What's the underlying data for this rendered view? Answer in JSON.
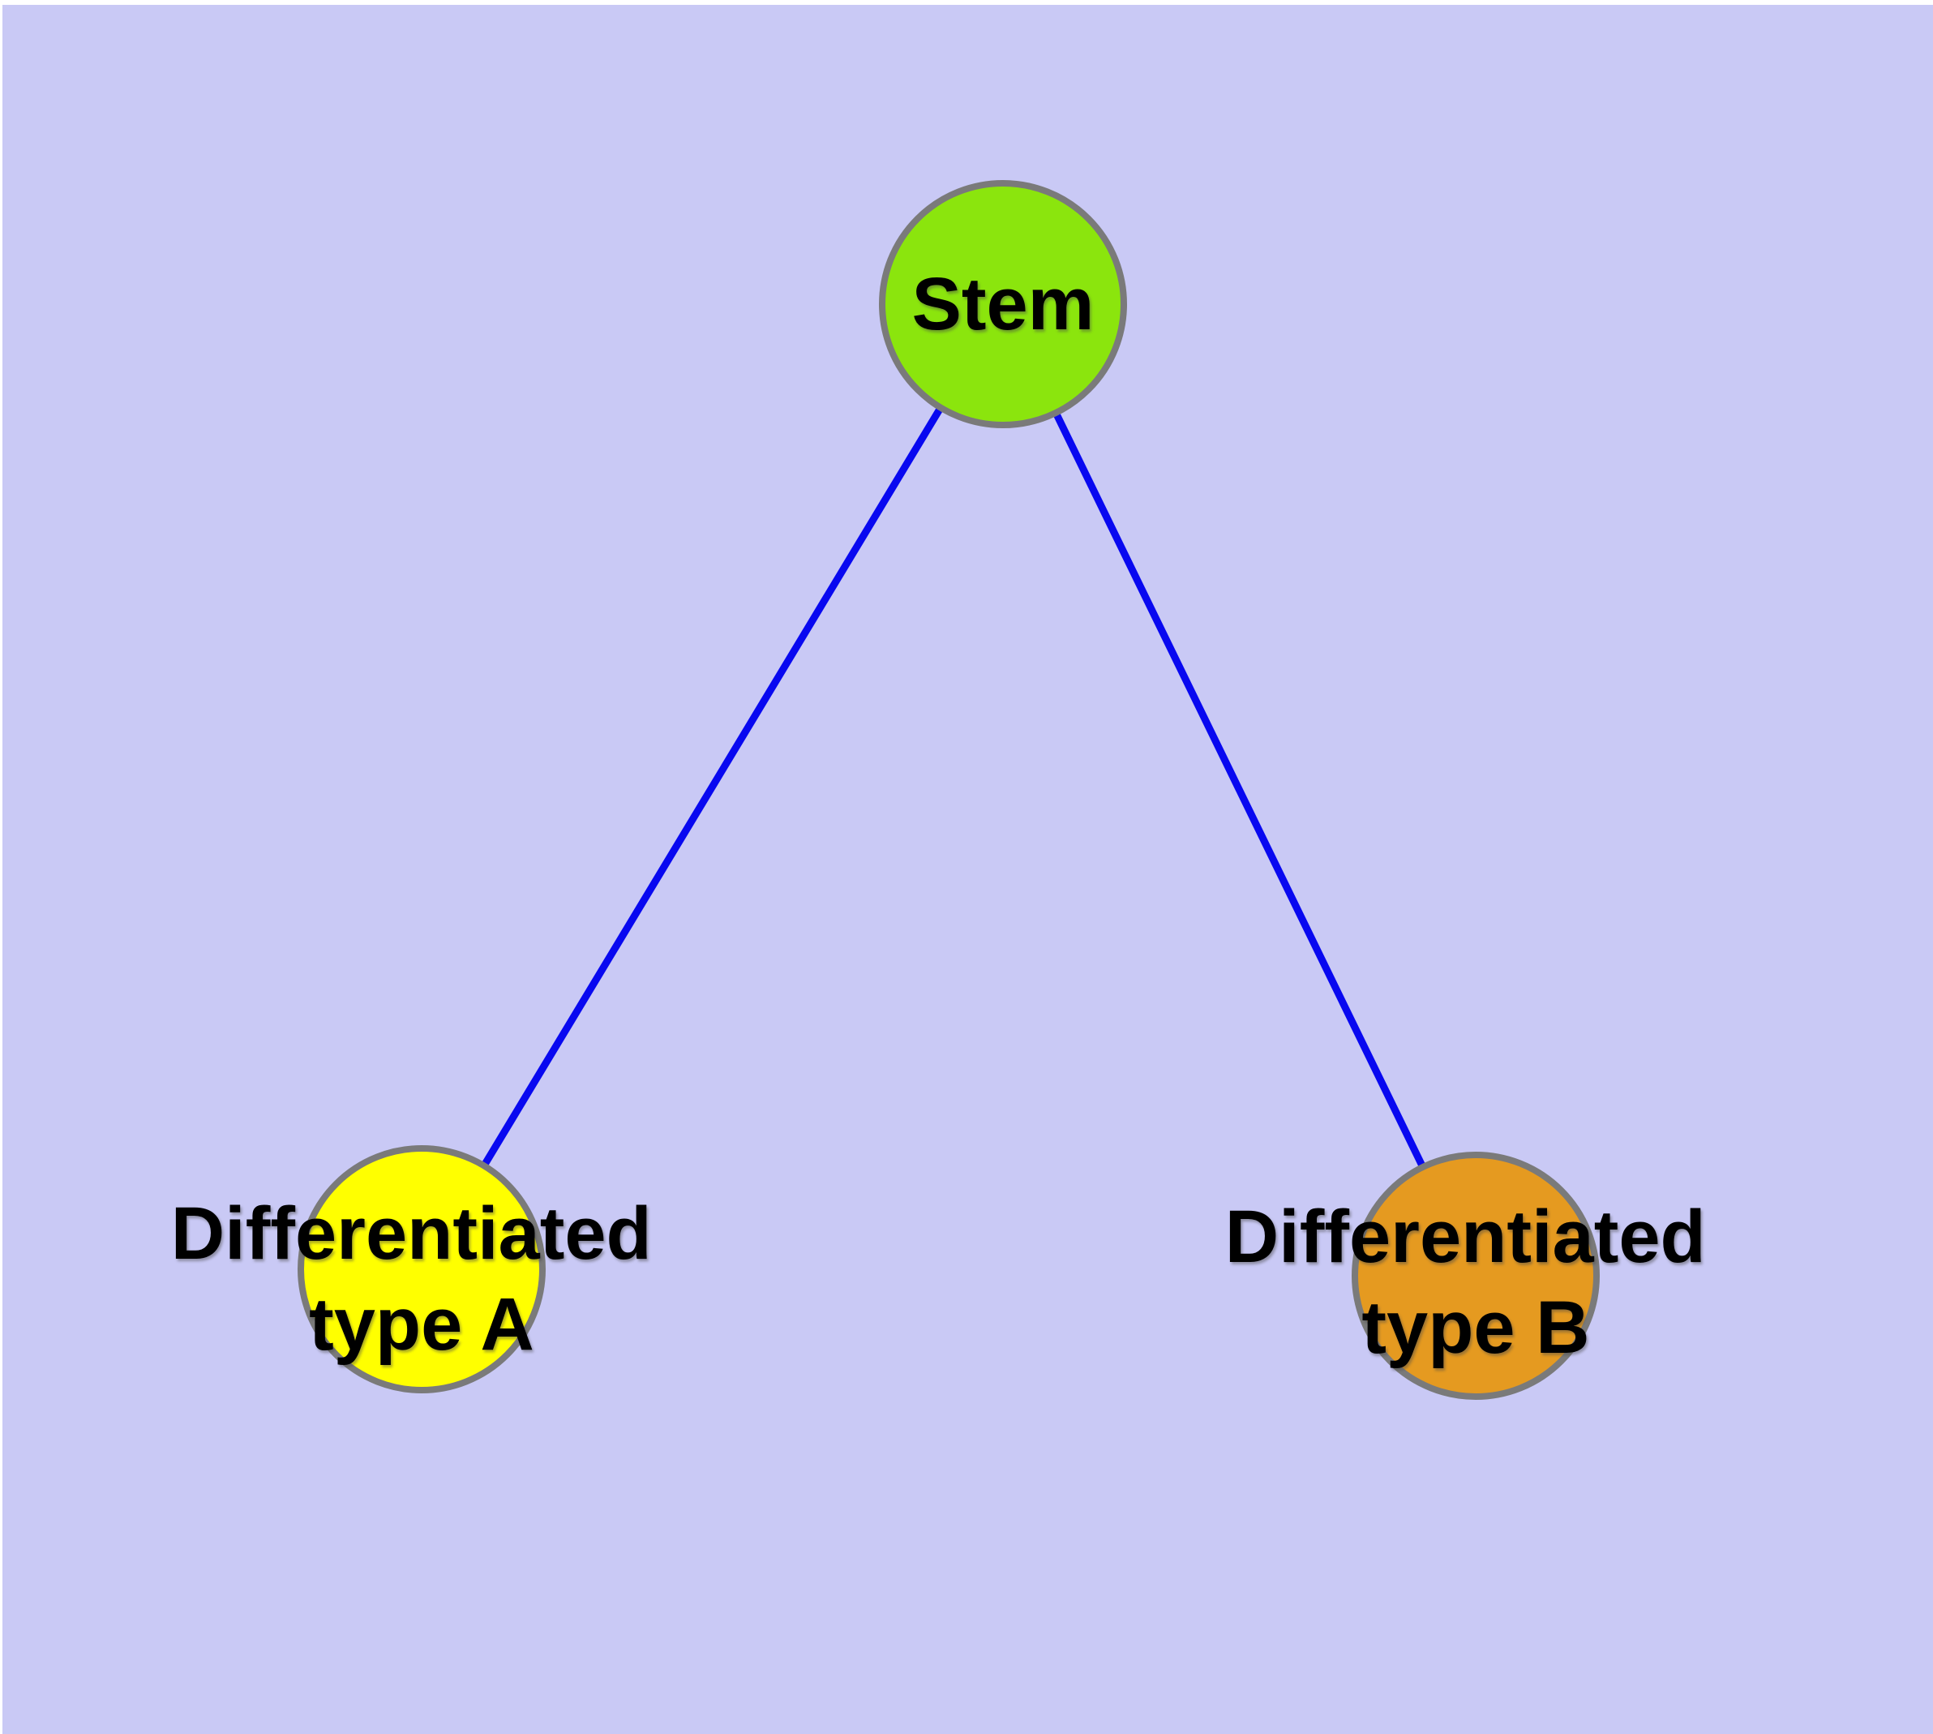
{
  "diagram": {
    "type": "graph",
    "description": "Cell differentiation hierarchy: one stem node linked to two differentiated cell type nodes"
  },
  "colors": {
    "page_margin": "#ffffff",
    "background": "#c9c9f5",
    "edge": "#0808f0",
    "node_border": "#7a7a7a",
    "label_text": "#000000"
  },
  "nodes": {
    "stem": {
      "label": "Stem",
      "fill": "#8be50d"
    },
    "type_a": {
      "label": "Differentiated type A",
      "label_line1": "Differentiated",
      "label_line2": "type A",
      "fill": "#ffff00"
    },
    "type_b": {
      "label": "Differentiated type B",
      "label_line1": "Differentiated",
      "label_line2": "type B",
      "fill": "#e59a20"
    }
  },
  "edges": [
    {
      "from": "Stem",
      "to": "Differentiated type A"
    },
    {
      "from": "Stem",
      "to": "Differentiated type B"
    }
  ]
}
